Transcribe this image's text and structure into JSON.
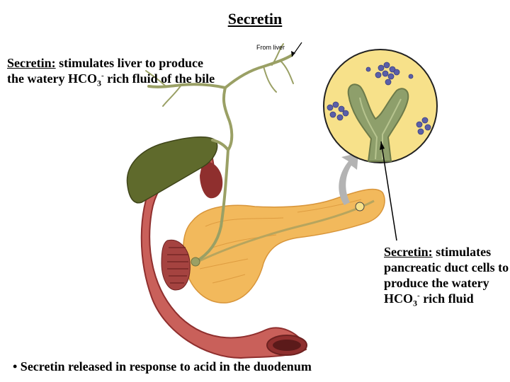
{
  "title": "Secretin",
  "liver_note": {
    "term": "Secretin:",
    "text": " stimulates liver to produce the watery HCO",
    "sub": "3",
    "sup": "-",
    "text2": " rich fluid of the bile"
  },
  "pancreas_note": {
    "term": "Secretin:",
    "text": " stimulates pancreatic duct cells to produce the watery HCO",
    "sub": "3",
    "sup": "-",
    "text2": " rich fluid"
  },
  "bottom_note": "• Secretin released in response to acid in the duodenum",
  "from_liver_label": "From liver",
  "colors": {
    "duodenum": "#c9605a",
    "duodenum_dark": "#8f2f2e",
    "pancreas": "#f2b95c",
    "gallbladder": "#5f6a2c",
    "duct": "#9aa065",
    "inset_bg": "#f7e18a",
    "acini": "#5a5fa8",
    "arrow_gray": "#b3b3b3"
  }
}
